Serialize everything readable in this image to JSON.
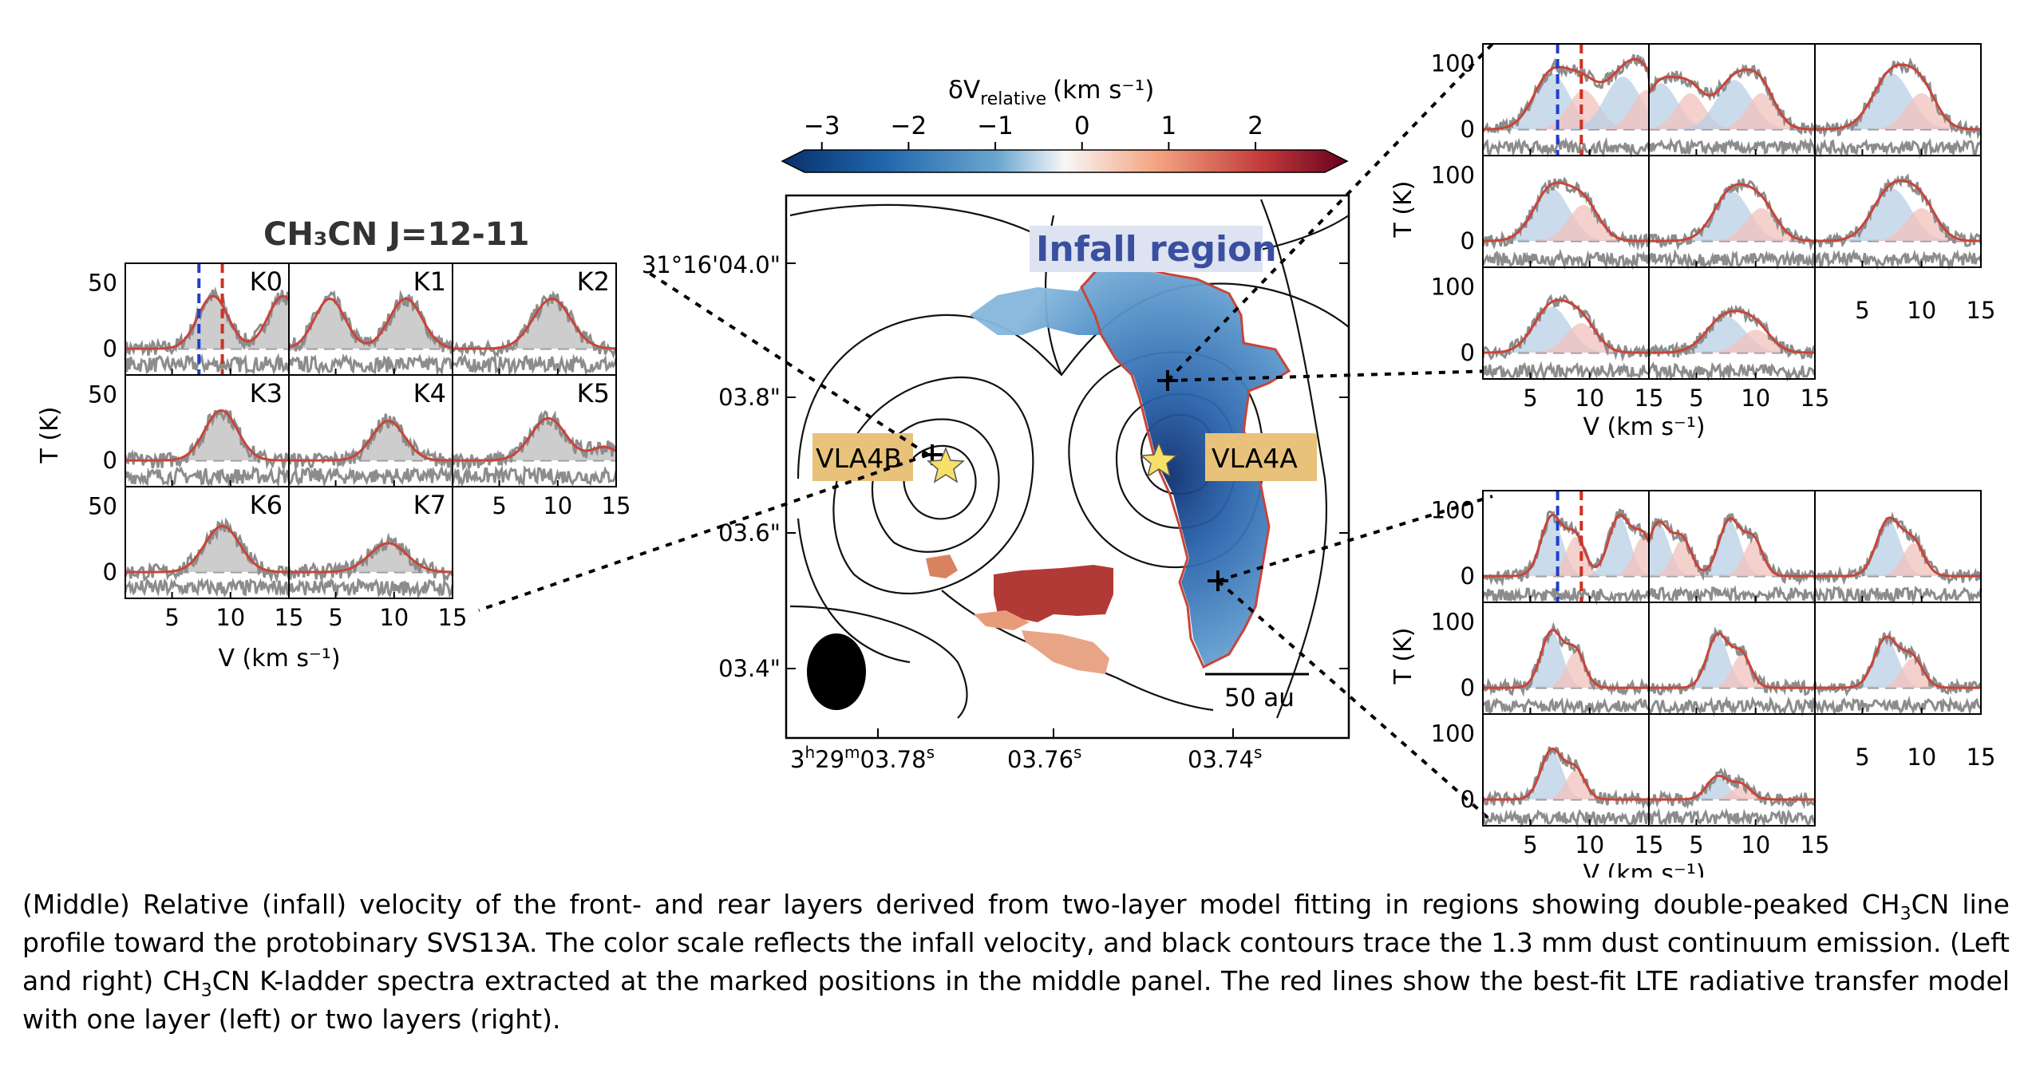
{
  "left_title": "CH₃CN J=12-11",
  "caption_parts": [
    "(Middle) Relative (infall) velocity of the front- and rear layers derived from two-layer model fitting in regions showing double-peaked CH",
    "CN line profile toward the protobinary SVS13A. The color scale reflects the infall velocity, and black contours trace the 1.3 mm dust continuum emission. (Left and right) CH",
    "CN K-ladder spectra extracted at the marked positions in the middle panel. The red lines show the best-fit LTE radiative transfer model with one layer (left) or two layers (right)."
  ],
  "colors": {
    "model": "#c8453a",
    "data": "#8c8c8c",
    "blue_marker": "#1f3fd0",
    "red_marker": "#d03020",
    "label_box": "#e8c27a",
    "infall_text": "#3b4fa0"
  },
  "chart_data": [
    {
      "type": "heatmap",
      "colorbar": {
        "label": "δV",
        "label_sub": "relative",
        "label_unit": "(km s⁻¹)",
        "ticks": [
          "−3",
          "−2",
          "−1",
          "0",
          "1",
          "2"
        ],
        "range": [
          -3.2,
          2.8
        ],
        "colormap": "RdBu_r"
      },
      "y_ticks": [
        "31°16'04.0\"",
        "03.8\"",
        "03.6\"",
        "03.4\""
      ],
      "x_ticks": [
        {
          "base": "3",
          "h": "h",
          "mid": "29",
          "m": "m",
          "val": "03.78",
          "s": "s"
        },
        {
          "val": "03.76",
          "s": "s"
        },
        {
          "val": "03.74",
          "s": "s"
        }
      ],
      "annotations": {
        "infall": "Infall region",
        "source_b": "VLA4B",
        "source_a": "VLA4A",
        "scalebar": "50 au"
      }
    },
    {
      "type": "line",
      "panels": [
        "K0",
        "K1",
        "K2",
        "K3",
        "K4",
        "K5",
        "K6",
        "K7"
      ],
      "x_ticks": [
        "5",
        "10",
        "15"
      ],
      "y_ticks": [
        "50",
        "0"
      ],
      "xlabel": "V (km s⁻¹)",
      "ylabel": "T (K)",
      "xlim": [
        1,
        15
      ],
      "ylim": [
        -20,
        65
      ]
    },
    {
      "type": "line",
      "layout": "2 layers, 8 panels",
      "x_ticks": [
        "5",
        "10",
        "15"
      ],
      "y_ticks": [
        "100",
        "0"
      ],
      "xlabel": "V (km s⁻¹)",
      "ylabel": "T (K)",
      "xlim": [
        1,
        15
      ],
      "ylim": [
        -40,
        130
      ]
    }
  ]
}
